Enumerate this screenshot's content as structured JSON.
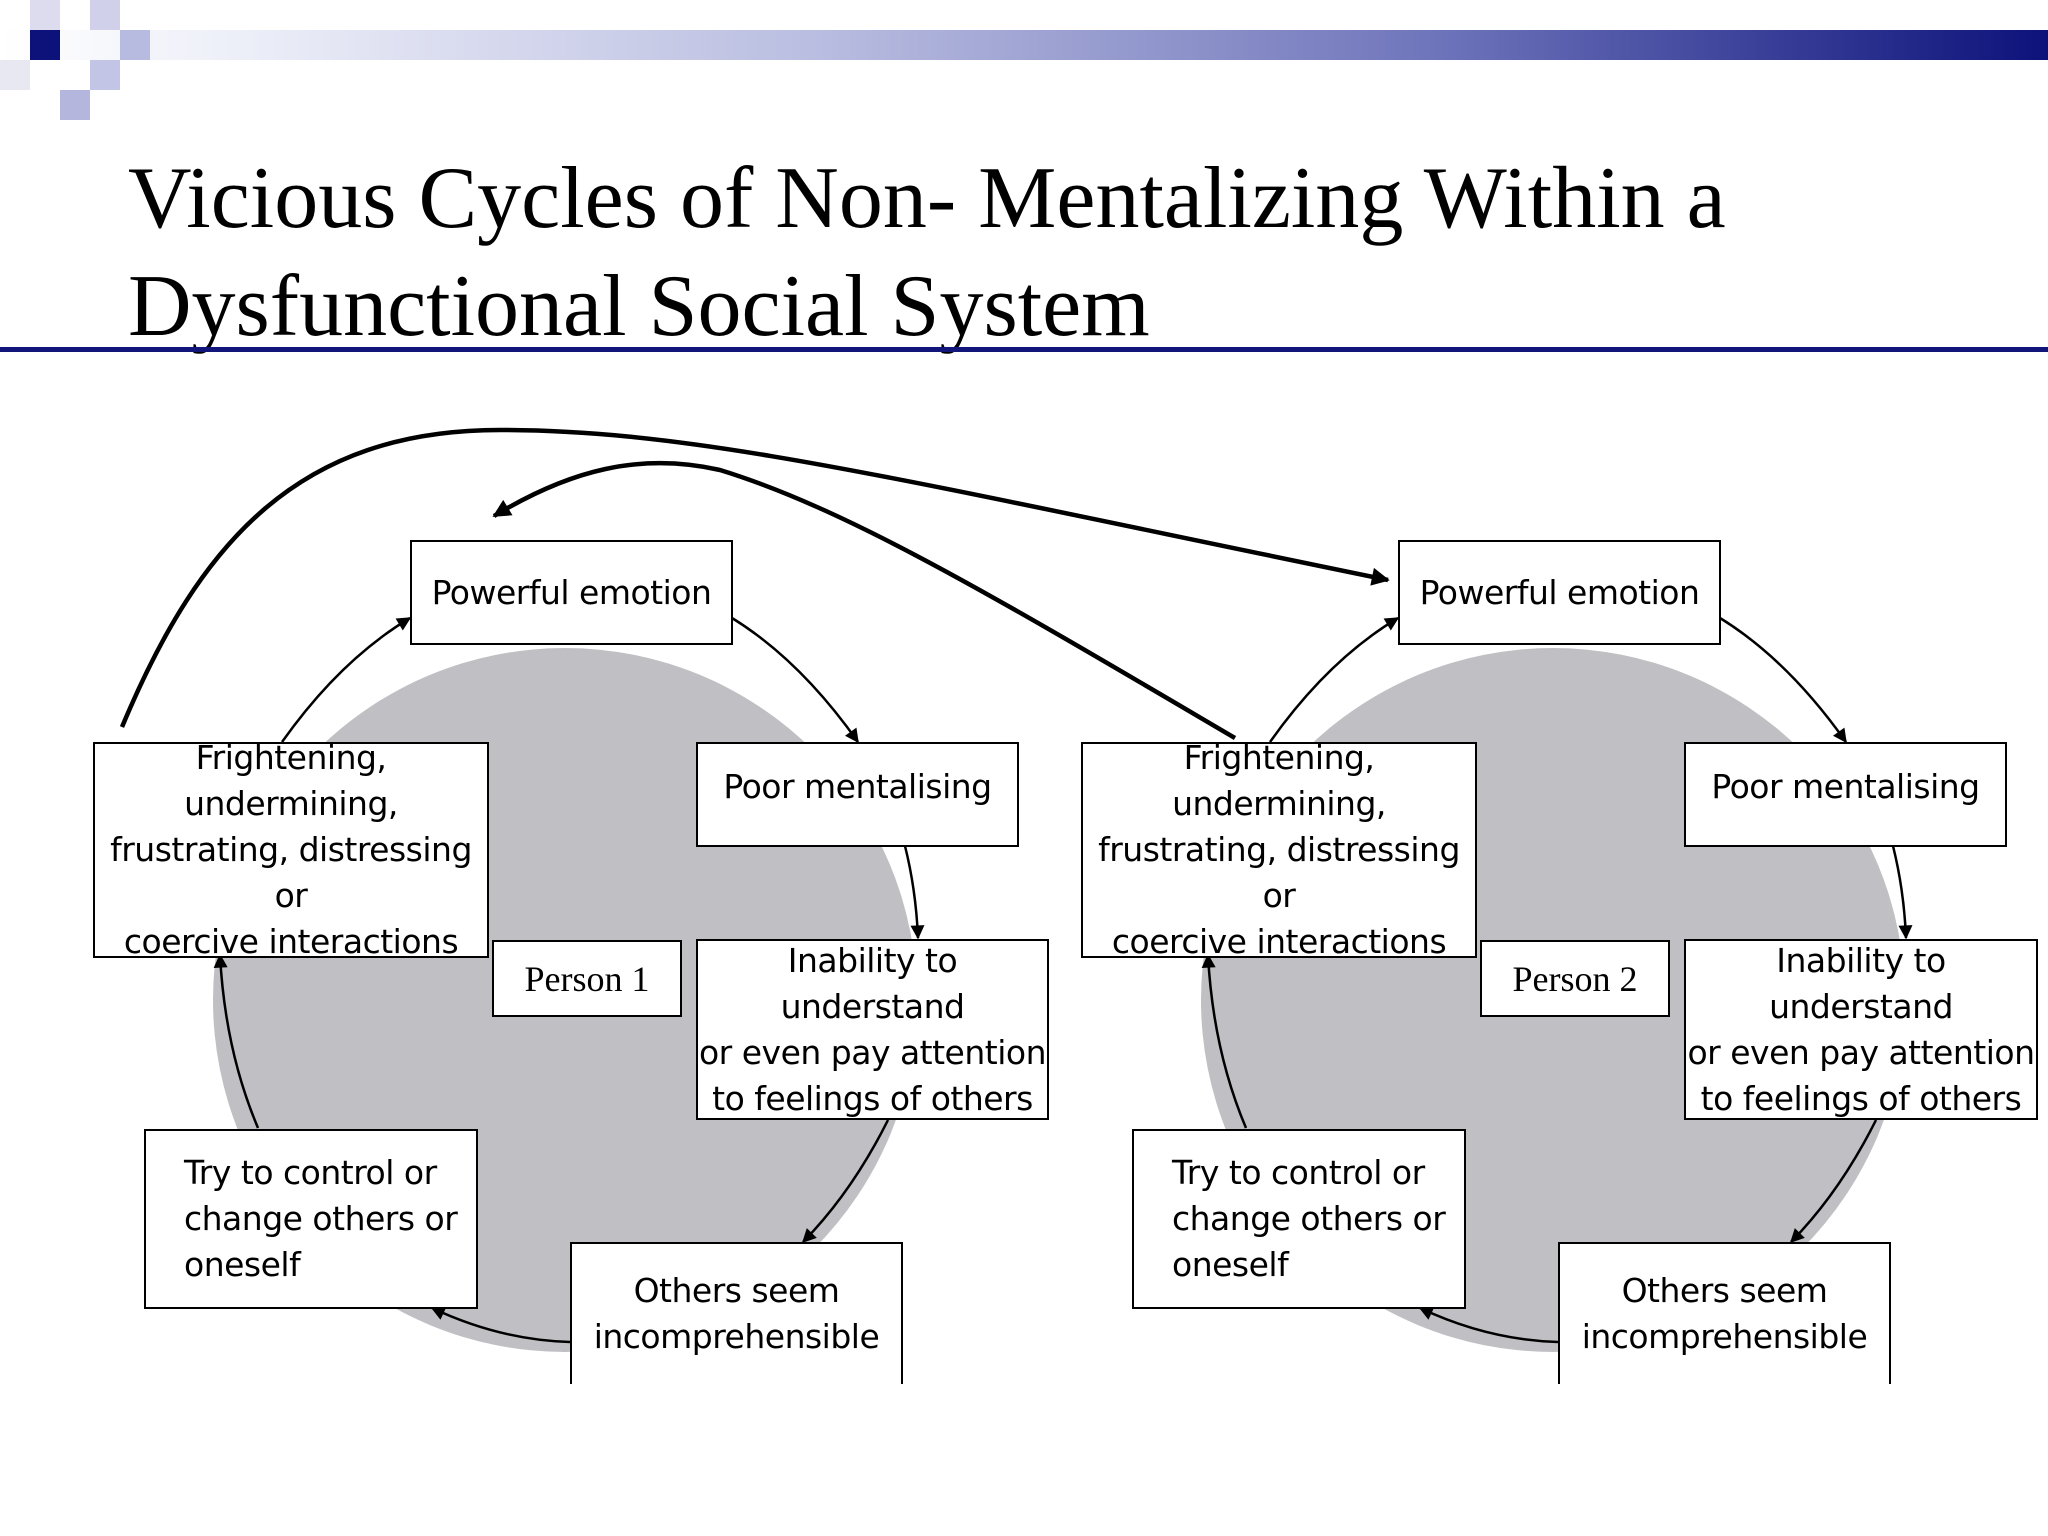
{
  "slide": {
    "title": "Vicious Cycles of Non- Mentalizing Within a Dysfunctional Social System"
  },
  "colors": {
    "title_bar_dark": "#0c127a",
    "title_rule": "#12167a",
    "cycle_fill": "#c0bfc3",
    "box_border": "#000000"
  },
  "cycles": [
    {
      "person_label": "Person 1",
      "steps": {
        "powerful_emotion": "Powerful emotion",
        "poor_mentalising": "Poor mentalising",
        "inability": "Inability to understand\nor even pay attention\nto feelings of others",
        "others_seem": "Others seem\nincomprehensible",
        "try_control": "Try to control or\nchange others or\noneself",
        "frightening": "Frightening, undermining,\nfrustrating, distressing or\ncoercive interactions"
      }
    },
    {
      "person_label": "Person 2",
      "steps": {
        "powerful_emotion": "Powerful emotion",
        "poor_mentalising": "Poor mentalising",
        "inability": "Inability to understand\nor even pay attention\nto feelings of others",
        "others_seem": "Others seem\nincomprehensible",
        "try_control": "Try to control or\nchange others or\noneself",
        "frightening": "Frightening, undermining,\nfrustrating, distressing or\ncoercive interactions"
      }
    }
  ]
}
